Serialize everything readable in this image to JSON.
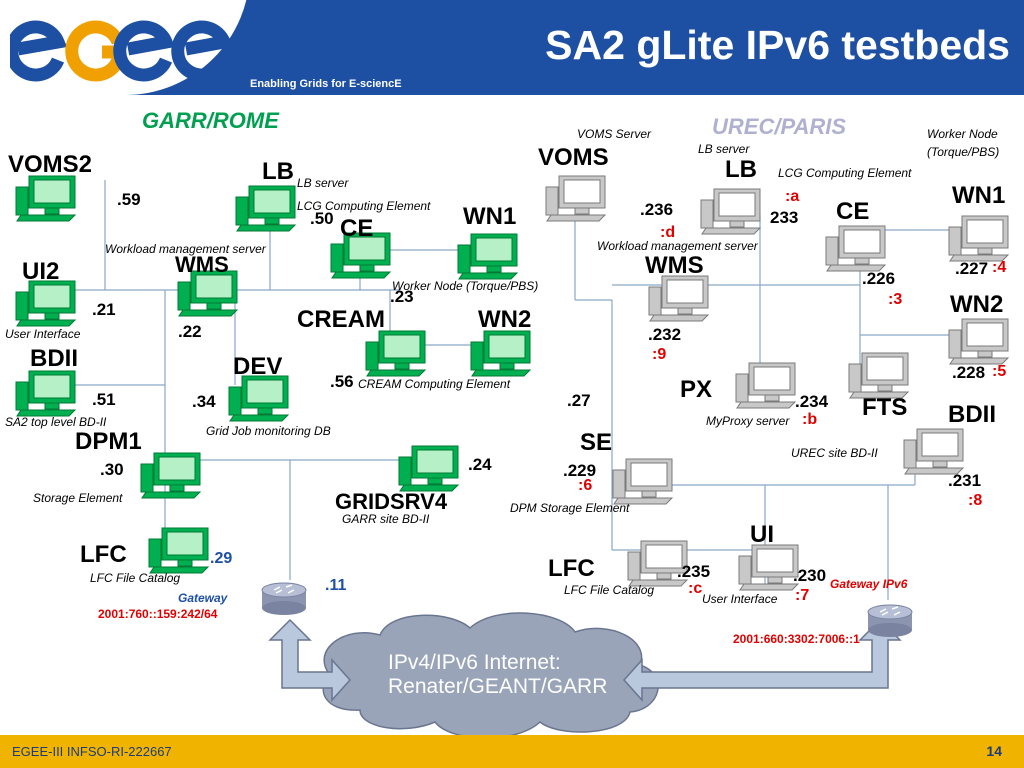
{
  "header": {
    "title": "SA2 gLite IPv6 testbeds",
    "tagline": "Enabling Grids for E-sciencE",
    "logo_text": "egee",
    "band_color": "#1d4fa3"
  },
  "footer": {
    "left": "EGEE-III INFSO-RI-222667",
    "page": "14",
    "color": "#f0b400"
  },
  "sites": {
    "garr": "GARR/ROME",
    "urec": "UREC/PARIS"
  },
  "garr": {
    "voms_name": "VOMS2",
    "voms_addr": ".59",
    "lb_name": "LB",
    "lb_desc": "LB server",
    "lb_desc2": "LCG Computing Element",
    "lb_addr": ".50",
    "ce_name": "CE",
    "wn1_name": "WN1",
    "wms_desc": "Workload management server",
    "wms_name": "WMS",
    "ui_name": "UI2",
    "ui_addr": ".21",
    "ui_desc": "User Interface",
    "ce_addr": ".23",
    "wn_desc": "Worker Node (Torque/PBS)",
    "cream_name": "CREAM",
    "wn2_name": "WN2",
    "wms_addr": ".22",
    "bdii_name": "BDII",
    "bdii_addr": ".51",
    "bdii_desc": "SA2 top level BD-II",
    "dev_name": "DEV",
    "dev_addr": ".34",
    "cream_addr": ".56",
    "cream_desc": "CREAM Computing Element",
    "dev_desc": "Grid Job monitoring DB",
    "dpm_name": "DPM1",
    "dpm_addr": ".30",
    "dpm_desc": "Storage Element",
    "gridsrv_addr": ".24",
    "gridsrv_name": "GRIDSRV4",
    "gridsrv_desc": "GARR site BD-II",
    "lfc_name": "LFC",
    "lfc_addr": ".29",
    "lfc_desc": "LFC File Catalog",
    "gw_addr": ".11",
    "gw_label": "Gateway",
    "gw_prefix": "2001:760::159:242/64"
  },
  "urec": {
    "voms_desc": "VOMS Server",
    "voms_name": "VOMS",
    "lb_desc": "LB server",
    "lb_name": "LB",
    "lcg_desc": "LCG Computing Element",
    "worker_desc1": "Worker Node",
    "worker_desc2": "(Torque/PBS)",
    "wn1_name": "WN1",
    "voms_addr": ".236",
    "voms_v6": ":d",
    "lb_v6": ":a",
    "lb_addr": "233",
    "ce_name": "CE",
    "wms_desc": "Workload management server",
    "wms_name": "WMS",
    "wn1_addr": ".227",
    "wn1_v6": ":4",
    "ce_addr": ".226",
    "ce_v6": ":3",
    "wn2_name": "WN2",
    "wms_addr": ".232",
    "wms_v6": ":9",
    "wn2_addr": ".228",
    "wn2_v6": ":5",
    "px_name": "PX",
    "px_addr": ".234",
    "px_v6": ":b",
    "px_desc": "MyProxy server",
    "fts_name": "FTS",
    "bdii_name": "BDII",
    "addr_27": ".27",
    "se_name": "SE",
    "bdii_desc": "UREC  site BD-II",
    "se_addr": ".229",
    "se_v6": ":6",
    "bdii_addr": ".231",
    "bdii_v6": ":8",
    "se_desc": "DPM Storage Element",
    "ui_name": "UI",
    "lfc_name": "LFC",
    "lfc_addr": ".235",
    "lfc_v6": ":c",
    "ui_addr": ".230",
    "ui_v6": ":7",
    "lfc_desc": "LFC File Catalog",
    "ui_desc": "User Interface",
    "gw_label": "Gateway IPv6",
    "gw_prefix": "2001:660:3302:7006::1"
  },
  "cloud": {
    "line1": "IPv4/IPv6 Internet:",
    "line2": "Renater/GEANT/GARR"
  },
  "icons": {
    "garr_host": "computer-green-icon",
    "urec_host": "computer-grey-icon",
    "router": "router-icon",
    "cloud": "cloud-icon"
  }
}
